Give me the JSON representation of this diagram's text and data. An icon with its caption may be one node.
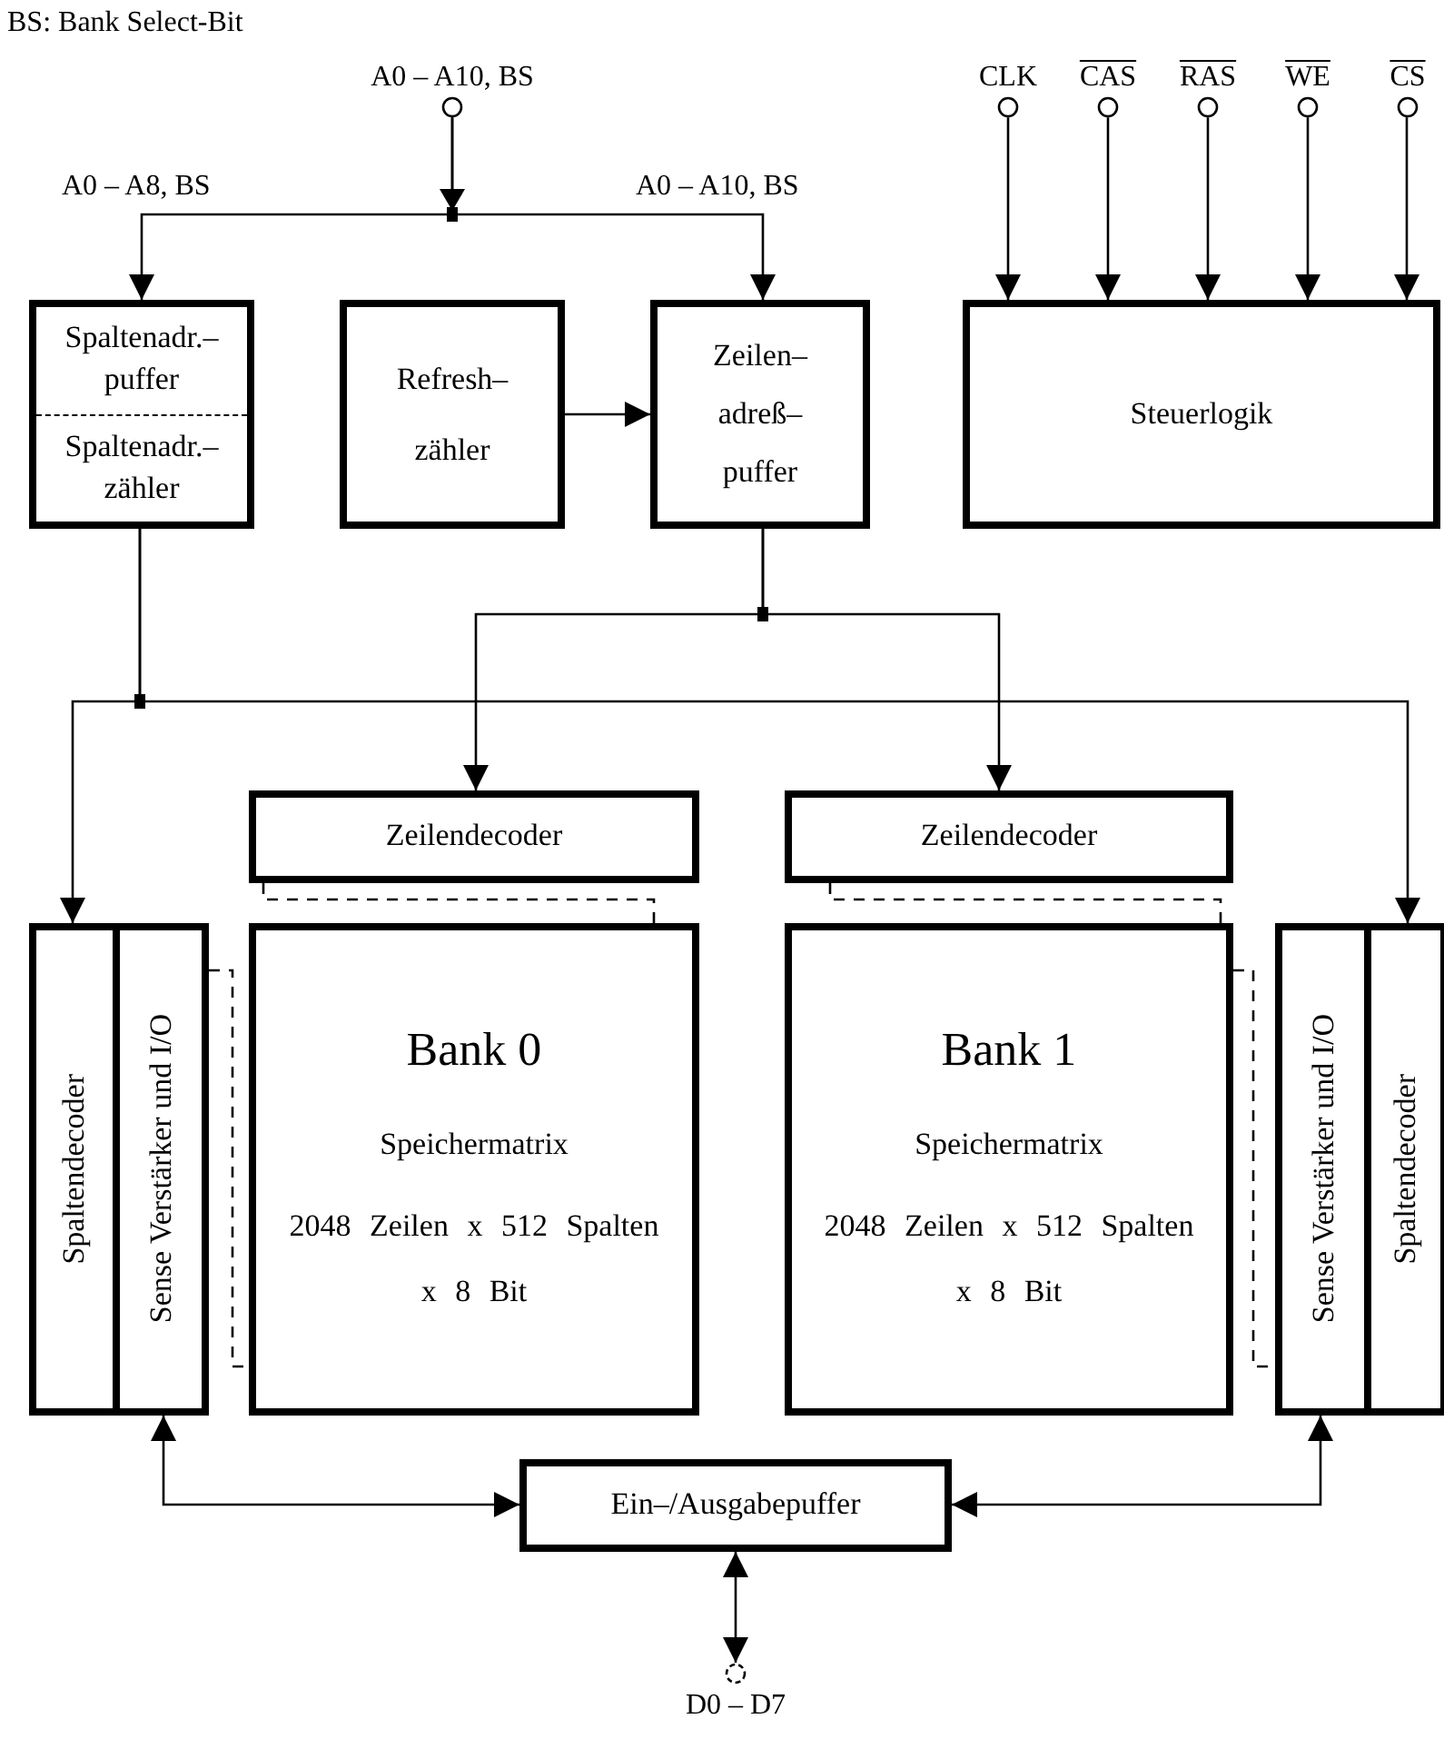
{
  "diagram": {
    "nodes": [
      {
        "text": [
          "A0 – A10, BS"
        ]
      },
      {
        "text": [
          "Spaltenadr.– puffer",
          "Spaltenadr.– zähler"
        ]
      },
      {
        "text": [
          "Refresh– zähler"
        ]
      },
      {
        "text": [
          "Zeilen– adreß– puffer"
        ]
      },
      {
        "text": [
          "CLK"
        ]
      },
      {
        "text": [
          "CAS"
        ]
      },
      {
        "text": [
          "RAS"
        ]
      },
      {
        "text": [
          "WE"
        ]
      },
      {
        "text": [
          "CS"
        ]
      },
      {
        "text": [
          "Steuerlogik"
        ]
      },
      {
        "text": [
          "Zeilendecoder"
        ]
      },
      {
        "text": [
          "Zeilendecoder"
        ]
      },
      {
        "text": [
          "Spaltendecoder"
        ]
      },
      {
        "text": [
          "Sense Verstärker und I/O"
        ]
      },
      {
        "text": [
          "Bank 0",
          "Speichermatrix",
          "2048 Zeilen x 512 Spalten x 8 Bit"
        ]
      },
      {
        "text": [
          "Bank 1",
          "Speichermatrix",
          "2048 Zeilen x 512 Spalten x 8 Bit"
        ]
      },
      {
        "text": [
          "Sense Verstärker und I/O"
        ]
      },
      {
        "text": [
          "Spaltendecoder"
        ]
      },
      {
        "text": [
          "Ein–/Ausgabepuffer"
        ]
      },
      {
        "text": [
          "D0 – D7"
        ]
      }
    ],
    "edges": [
      {
        "from": 0,
        "to": 1,
        "arrow": "to",
        "label": "A0 – A8, BS"
      },
      {
        "from": 0,
        "to": 3,
        "arrow": "to",
        "label": "A0 – A10, BS"
      },
      {
        "from": 2,
        "to": 3,
        "arrow": "to"
      },
      {
        "from": 4,
        "to": 9,
        "arrow": "to"
      },
      {
        "from": 5,
        "to": 9,
        "arrow": "to"
      },
      {
        "from": 6,
        "to": 9,
        "arrow": "to"
      },
      {
        "from": 7,
        "to": 9,
        "arrow": "to"
      },
      {
        "from": 8,
        "to": 9,
        "arrow": "to"
      },
      {
        "from": 3,
        "to": 10,
        "arrow": "to"
      },
      {
        "from": 3,
        "to": 11,
        "arrow": "to"
      },
      {
        "from": 1,
        "to": 12,
        "arrow": "to"
      },
      {
        "from": 1,
        "to": 17,
        "arrow": "to"
      },
      {
        "from": 18,
        "to": 13,
        "arrow": "both"
      },
      {
        "from": 18,
        "to": 16,
        "arrow": "both"
      },
      {
        "from": 18,
        "to": 19,
        "arrow": "both"
      },
      {
        "from": 10,
        "to": 14,
        "arrow": "none",
        "style": "dashed"
      },
      {
        "from": 11,
        "to": 15,
        "arrow": "none",
        "style": "dashed"
      },
      {
        "from": 13,
        "to": 14,
        "arrow": "none",
        "style": "dashed"
      },
      {
        "from": 15,
        "to": 16,
        "arrow": "none",
        "style": "dashed"
      }
    ],
    "labels": [
      "BS: Bank Select-Bit"
    ]
  }
}
